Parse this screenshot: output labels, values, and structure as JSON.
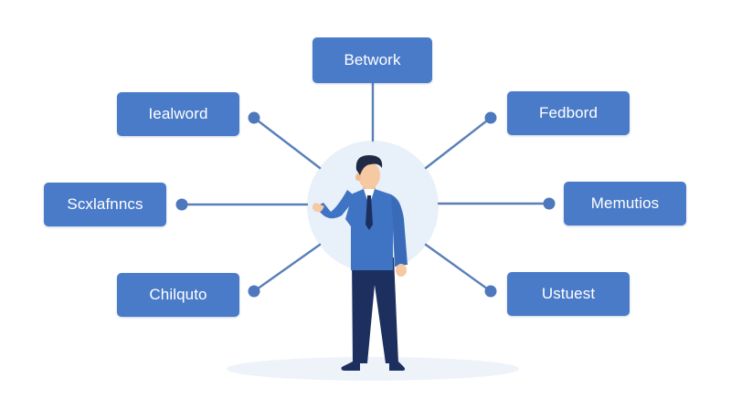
{
  "colors": {
    "node_fill": "#4a7bc8",
    "connector": "#5a7fb8",
    "dot": "#4d78bd",
    "halo": "#e8f0f9",
    "suit": "#3f73c4",
    "trousers": "#1d2f5e",
    "hair": "#1f2a45",
    "skin": "#f7c9a3"
  },
  "nodes": {
    "top": "Betwork",
    "top_left": "Iealword",
    "top_right": "Fedbord",
    "middle_left": "Scxlafnncs",
    "middle_right": "Memutios",
    "bottom_left": "Chilquto",
    "bottom_right": "Ustuest"
  }
}
